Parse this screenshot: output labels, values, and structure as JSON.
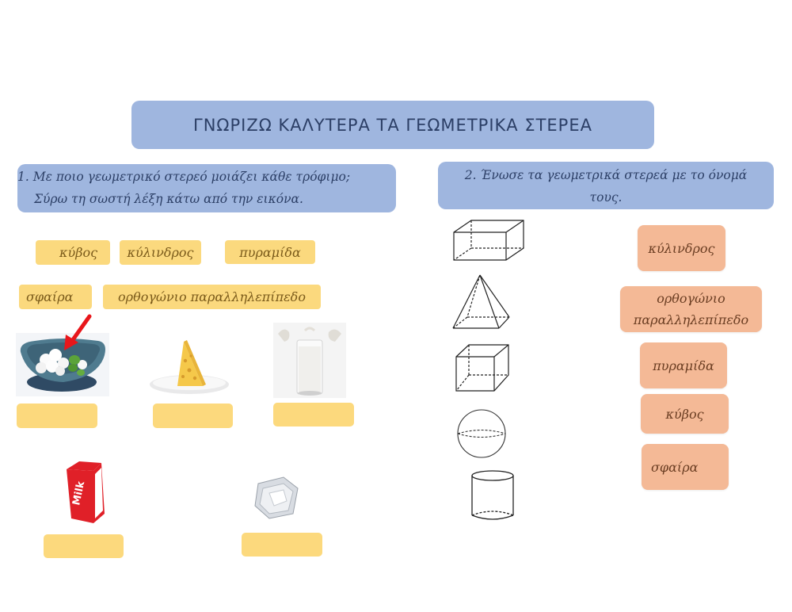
{
  "title": "ΓΝΩΡΙΖΩ ΚΑΛΥΤΕΡΑ ΤΑ ΓΕΩΜΕΤΡΙΚΑ ΣΤΕΡΕΑ",
  "section1": {
    "instruction_line1": "1. Με ποιο γεωμετρικό στερεό μοιάζει κάθε τρόφιμο;",
    "instruction_line2": "Σύρω τη σωστή λέξη κάτω από την εικόνα.",
    "word_bank": [
      {
        "label": "κύβος"
      },
      {
        "label": "κύλινδρος"
      },
      {
        "label": "πυραμίδα"
      },
      {
        "label": "σφαίρα"
      },
      {
        "label": "ορθογώνιο παραλληλεπίπεδο"
      }
    ],
    "items": [
      {
        "image": "mozzarella-balls-bowl",
        "answer": ""
      },
      {
        "image": "cheese-wedge",
        "answer": ""
      },
      {
        "image": "glass-of-milk",
        "answer": ""
      },
      {
        "image": "milk-carton",
        "answer": ""
      },
      {
        "image": "ice-cube",
        "answer": ""
      }
    ]
  },
  "section2": {
    "instruction_line1": "2. Ένωσε τα γεωμετρικά στερεά με το όνομά",
    "instruction_line2": "τους.",
    "shapes": [
      {
        "shape": "rectangular-prism"
      },
      {
        "shape": "square-pyramid"
      },
      {
        "shape": "cube"
      },
      {
        "shape": "sphere"
      },
      {
        "shape": "cylinder"
      }
    ],
    "names": [
      {
        "label": "κύλινδρος"
      },
      {
        "label_line1": "ορθογώνιο",
        "label_line2": "παραλληλεπίπεδο"
      },
      {
        "label": "πυραμίδα"
      },
      {
        "label": "κύβος"
      },
      {
        "label": "σφαίρα"
      }
    ]
  },
  "colors": {
    "header_blue": "#9fb6df",
    "header_text": "#2c3f66",
    "chip_yellow": "#fbd97e",
    "chip_orange": "#f4b996",
    "arrow_red": "#e8161b"
  }
}
